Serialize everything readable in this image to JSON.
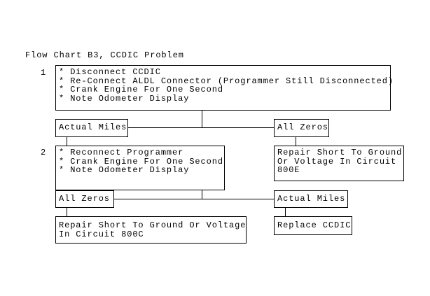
{
  "title": "Flow Chart B3, CCDIC Problem",
  "steps": [
    {
      "number": "1",
      "lines": [
        "* Disconnect CCDIC",
        "* Re-Connect ALDL Connector (Programmer Still Disconnected)",
        "* Crank Engine For One Second",
        "* Note Odometer Display"
      ]
    },
    {
      "number": "2",
      "lines": [
        "* Reconnect Programmer",
        "* Crank Engine For One Second",
        "* Note Odometer Display"
      ]
    }
  ],
  "step1_outcomes": {
    "left": "Actual Miles",
    "right": "All Zeros"
  },
  "step1_right_result": [
    "Repair Short To Ground",
    "Or Voltage In Circuit",
    "800E"
  ],
  "step2_outcomes": {
    "left": "All Zeros",
    "right": "Actual Miles"
  },
  "step2_left_result": [
    "Repair Short To Ground Or Voltage",
    "In Circuit 800C"
  ],
  "step2_right_result": [
    "Replace CCDIC"
  ]
}
